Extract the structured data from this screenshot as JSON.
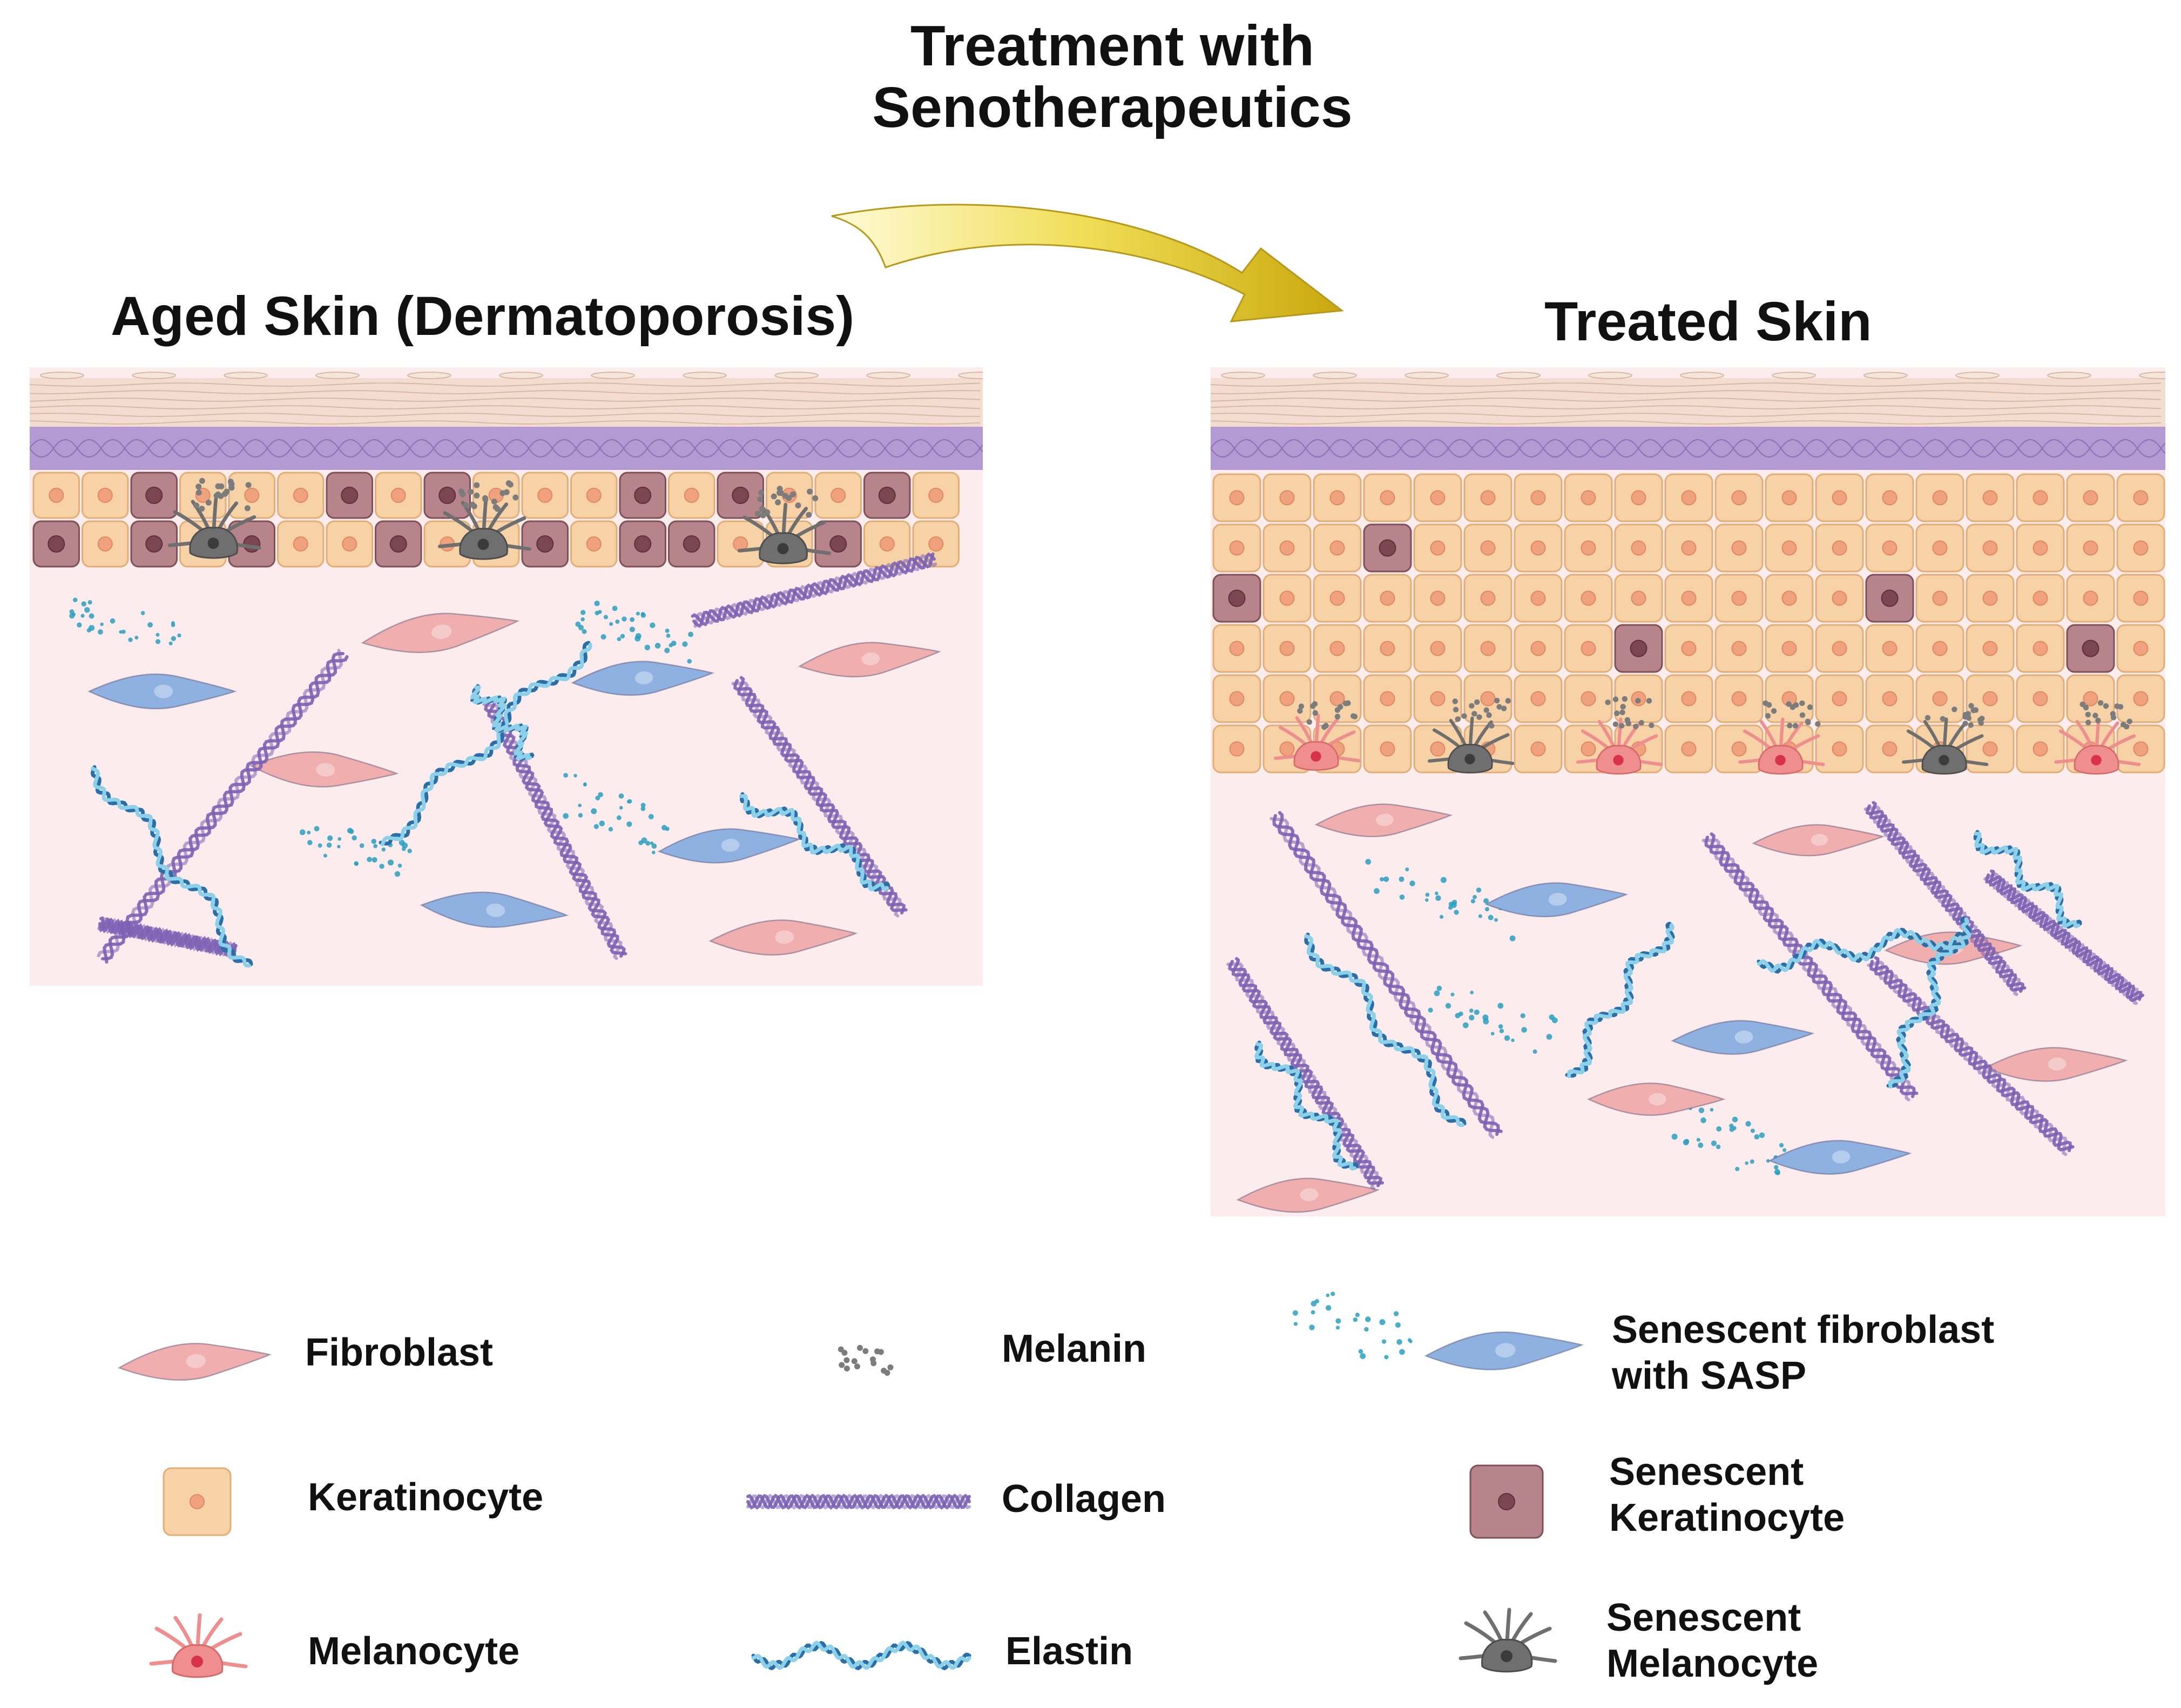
{
  "treatment": {
    "line1": "Treatment with",
    "line2": "Senotherapeutics"
  },
  "panels": {
    "aged": {
      "title": "Aged Skin (Dermatoporosis)"
    },
    "treated": {
      "title": "Treated Skin"
    }
  },
  "legend": {
    "fibroblast": "Fibroblast",
    "keratinocyte": "Keratinocyte",
    "melanocyte": "Melanocyte",
    "melanin": "Melanin",
    "collagen": "Collagen",
    "elastin": "Elastin",
    "senescent_fibroblast": {
      "line1": "Senescent fibroblast",
      "line2": "with SASP"
    },
    "senescent_keratinocyte": {
      "line1": "Senescent",
      "line2": "Keratinocyte"
    },
    "senescent_melanocyte": {
      "line1": "Senescent",
      "line2": "Melanocyte"
    }
  },
  "colors": {
    "dermis": "#fdeced",
    "stratum_corneum": "#f3ddd0",
    "granular_layer": "#b39ad2",
    "keratinocyte_fill": "#f7d2a6",
    "keratinocyte_nucleus": "#f0a27f",
    "senescent_keratinocyte_fill": "#b6848a",
    "senescent_keratinocyte_nucleus": "#7c4650",
    "fibroblast": "#f0aeae",
    "senescent_fibroblast": "#8fb1e2",
    "melanocyte": "#ef8e8e",
    "senescent_melanocyte": "#6f6f6f",
    "melanin": "#7c7c7c",
    "sasp_dots": "#2aa0c0",
    "collagen": "#7c62b4",
    "elastin": "#3b8fc4",
    "arrow": "#e3c51e"
  }
}
